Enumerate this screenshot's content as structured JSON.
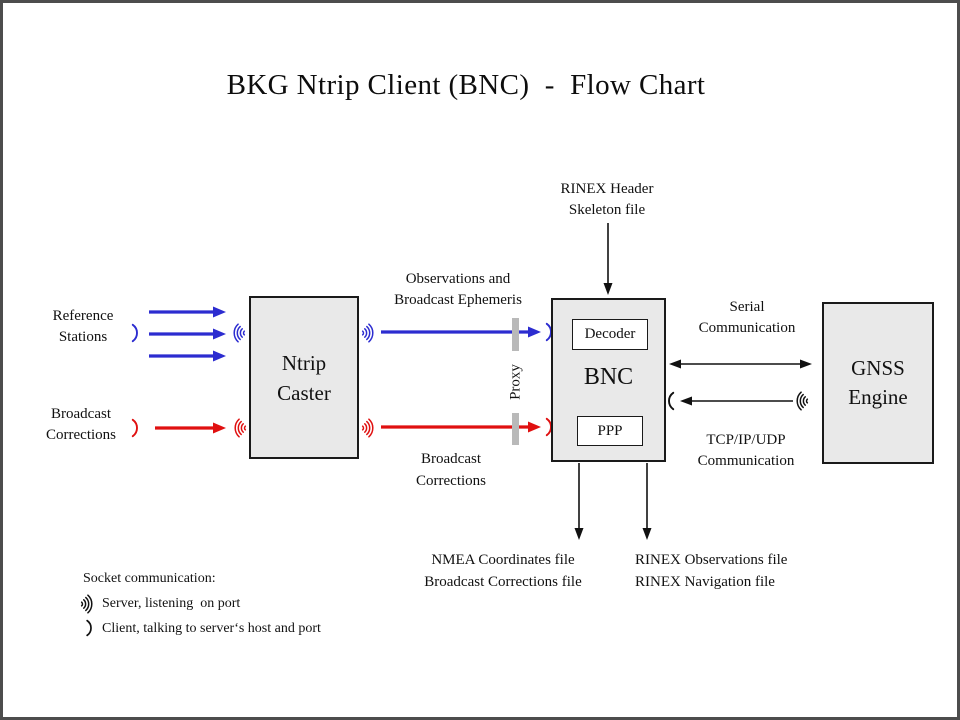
{
  "title": "BKG Ntrip Client (BNC)  -  Flow Chart",
  "colors": {
    "blue": "#2c2cd0",
    "red": "#e01010",
    "box_fill": "#e9e9e9",
    "proxy_bar": "#b9b9b9",
    "frame": "#4d4d4d"
  },
  "inputs": {
    "reference_stations": "Reference\nStations",
    "broadcast_corrections": "Broadcast\nCorrections"
  },
  "nodes": {
    "ntrip_caster": {
      "label": "Ntrip\nCaster"
    },
    "bnc": {
      "label": "BNC",
      "decoder": "Decoder",
      "ppp": "PPP"
    },
    "gnss_engine": {
      "label": "GNSS\nEngine"
    }
  },
  "labels": {
    "observations_ephemeris": "Observations and\nBroadcast Ephemeris",
    "broadcast_corrections": "Broadcast\nCorrections",
    "rinex_header": "RINEX Header\nSkeleton file",
    "serial_comm": "Serial\nCommunication",
    "tcp_comm": "TCP/IP/UDP\nCommunication",
    "proxy": "Proxy",
    "nmea_outputs": "NMEA Coordinates file\nBroadcast Corrections file",
    "rinex_outputs": "RINEX Observations file\nRINEX Navigation file"
  },
  "legend": {
    "heading": "Socket communication:",
    "server_symbol": "server-waves-icon",
    "server": "Server, listening  on port",
    "client_symbol": "client-arc-icon",
    "client": "Client, talking to server‘s host and port"
  }
}
